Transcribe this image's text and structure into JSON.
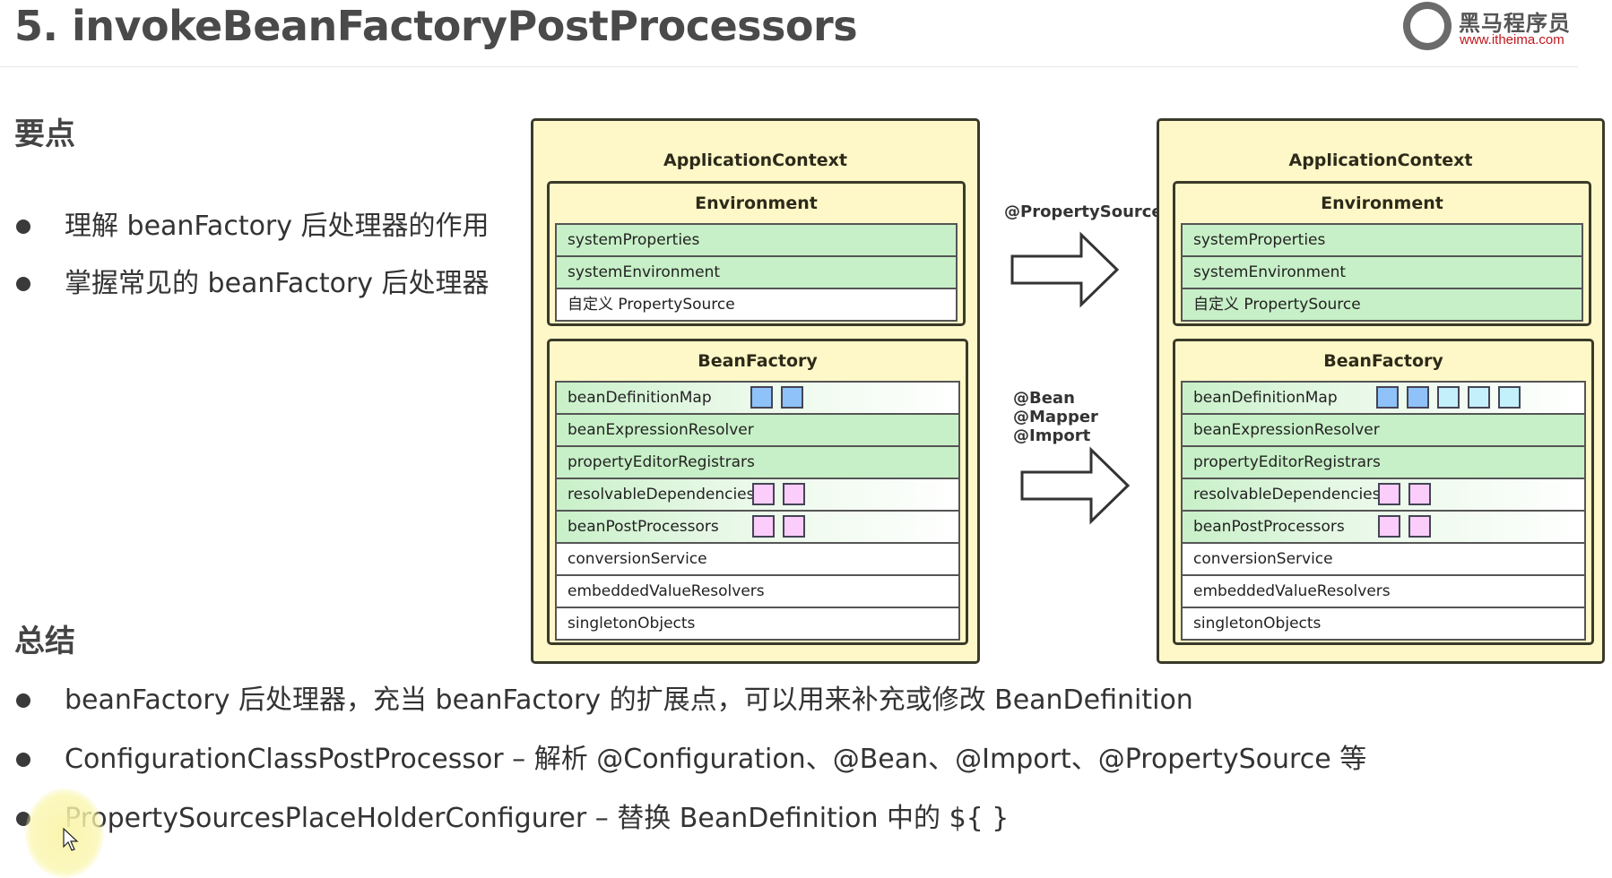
{
  "slide": {
    "title": "5. invokeBeanFactoryPostProcessors",
    "logo": {
      "name_cn": "黑马程序员",
      "url_text": "www.itheima.com",
      "url_color": "#c0161d"
    }
  },
  "key_points": {
    "heading": "要点",
    "items": [
      "理解 beanFactory 后处理器的作用",
      "掌握常见的 beanFactory 后处理器"
    ]
  },
  "summary": {
    "heading": "总结",
    "items": [
      "beanFactory 后处理器，充当 beanFactory 的扩展点，可以用来补充或修改 BeanDefinition",
      "ConfigurationClassPostProcessor – 解析 @Configuration、@Bean、@Import、@PropertySource 等",
      "PropertySourcesPlaceHolderConfigurer – 替换 BeanDefinition 中的 ${ }"
    ]
  },
  "diagram": {
    "colors": {
      "context_fill": "#fef8c8",
      "row_green": "#c8f0c8",
      "square_blue": "#8ec2f8",
      "square_lightblue": "#c4f0fc",
      "square_pink": "#fbcdfa"
    },
    "arrows": [
      {
        "labels": [
          "@PropertySource"
        ]
      },
      {
        "labels": [
          "@Bean",
          "@Mapper",
          "@Import"
        ]
      }
    ],
    "before": {
      "title": "ApplicationContext",
      "environment": {
        "title": "Environment",
        "rows": [
          {
            "label": "systemProperties",
            "state": "green"
          },
          {
            "label": "systemEnvironment",
            "state": "green"
          },
          {
            "label": "自定义 PropertySource",
            "state": "white"
          }
        ]
      },
      "bean_factory": {
        "title": "BeanFactory",
        "rows": [
          {
            "label": "beanDefinitionMap",
            "state": "fade",
            "squares": [
              "blue",
              "blue"
            ]
          },
          {
            "label": "beanExpressionResolver",
            "state": "green",
            "squares": []
          },
          {
            "label": "propertyEditorRegistrars",
            "state": "green",
            "squares": []
          },
          {
            "label": "resolvableDependencies",
            "state": "fade",
            "squares": [
              "pink",
              "pink"
            ]
          },
          {
            "label": "beanPostProcessors",
            "state": "fade",
            "squares": [
              "pink",
              "pink"
            ]
          },
          {
            "label": "conversionService",
            "state": "white",
            "squares": []
          },
          {
            "label": "embeddedValueResolvers",
            "state": "white",
            "squares": []
          },
          {
            "label": "singletonObjects",
            "state": "white",
            "squares": []
          }
        ]
      }
    },
    "after": {
      "title": "ApplicationContext",
      "environment": {
        "title": "Environment",
        "rows": [
          {
            "label": "systemProperties",
            "state": "green"
          },
          {
            "label": "systemEnvironment",
            "state": "green"
          },
          {
            "label": "自定义 PropertySource",
            "state": "green"
          }
        ]
      },
      "bean_factory": {
        "title": "BeanFactory",
        "rows": [
          {
            "label": "beanDefinitionMap",
            "state": "fade",
            "squares": [
              "blue",
              "blue",
              "lightblue",
              "lightblue",
              "lightblue"
            ]
          },
          {
            "label": "beanExpressionResolver",
            "state": "green",
            "squares": []
          },
          {
            "label": "propertyEditorRegistrars",
            "state": "green",
            "squares": []
          },
          {
            "label": "resolvableDependencies",
            "state": "fade",
            "squares": [
              "pink",
              "pink"
            ]
          },
          {
            "label": "beanPostProcessors",
            "state": "fade",
            "squares": [
              "pink",
              "pink"
            ]
          },
          {
            "label": "conversionService",
            "state": "white",
            "squares": []
          },
          {
            "label": "embeddedValueResolvers",
            "state": "white",
            "squares": []
          },
          {
            "label": "singletonObjects",
            "state": "white",
            "squares": []
          }
        ]
      }
    }
  }
}
